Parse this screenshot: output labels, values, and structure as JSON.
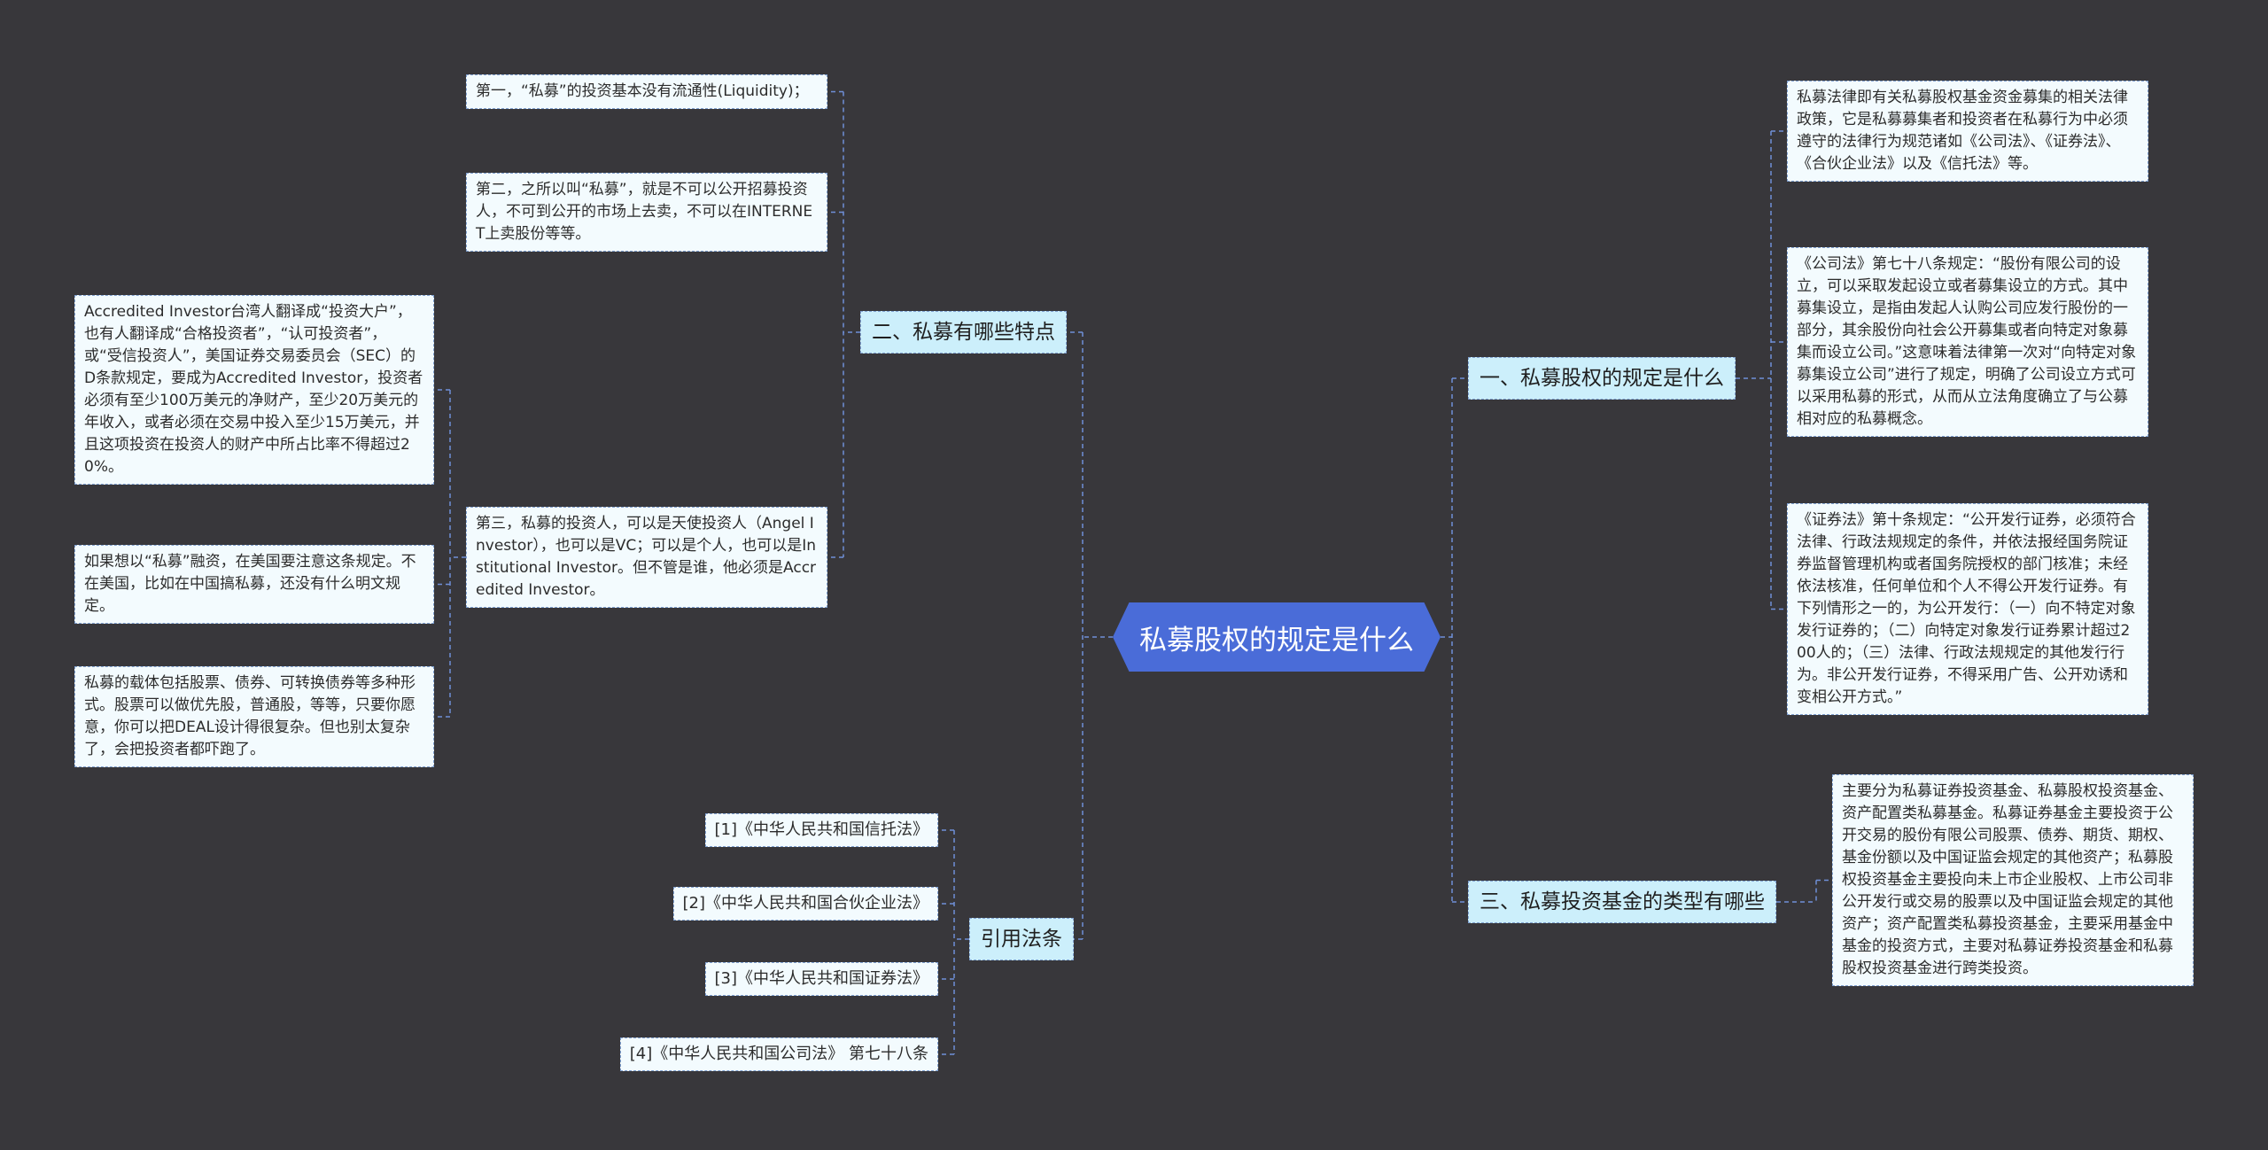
{
  "root": {
    "title": "私募股权的规定是什么"
  },
  "colors": {
    "background": "#38373b",
    "root": "#4a6cd8",
    "branch": "#cceffb",
    "leaf": "#f3fbfe",
    "connector": "#6f8fd8"
  },
  "right": {
    "b1": {
      "title": "一、私募股权的规定是什么",
      "leaves": [
        "私募法律即有关私募股权基金资金募集的相关法律政策，它是私募募集者和投资者在私募行为中必须遵守的法律行为规范诸如《公司法》、《证券法》、《合伙企业法》以及《信托法》等。",
        "《公司法》第七十八条规定：“股份有限公司的设立，可以采取发起设立或者募集设立的方式。其中募集设立，是指由发起人认购公司应发行股份的一部分，其余股份向社会公开募集或者向特定对象募集而设立公司。”这意味着法律第一次对“向特定对象募集设立公司”进行了规定，明确了公司设立方式可以采用私募的形式，从而从立法角度确立了与公募相对应的私募概念。",
        "《证券法》第十条规定：“公开发行证券，必须符合法律、行政法规规定的条件，并依法报经国务院证券监督管理机构或者国务院授权的部门核准；未经依法核准，任何单位和个人不得公开发行证券。有下列情形之一的，为公开发行：（一）向不特定对象发行证券的；（二）向特定对象发行证券累计超过200人的；（三）法律、行政法规规定的其他发行行为。非公开发行证券，不得采用广告、公开劝诱和变相公开方式。”"
      ]
    },
    "b3": {
      "title": "三、私募投资基金的类型有哪些",
      "leaves": [
        "主要分为私募证券投资基金、私募股权投资基金、资产配置类私募基金。私募证券基金主要投资于公开交易的股份有限公司股票、债券、期货、期权、基金份额以及中国证监会规定的其他资产；私募股权投资基金主要投向未上市企业股权、上市公司非公开发行或交易的股票以及中国证监会规定的其他资产；资产配置类私募投资基金，主要采用基金中基金的投资方式，主要对私募证券投资基金和私募股权投资基金进行跨类投资。"
      ]
    }
  },
  "left": {
    "b2": {
      "title": "二、私募有哪些特点",
      "leaves": [
        "第一，“私募”的投资基本没有流通性(Liquidity)；",
        "第二，之所以叫“私募”，就是不可以公开招募投资人，不可到公开的市场上去卖，不可以在INTERNET上卖股份等等。",
        "第三，私募的投资人，可以是天使投资人（Angel Investor），也可以是VC；可以是个人，也可以是Institutional Investor。但不管是谁，他必须是Accredited Investor。"
      ],
      "sub_leaves": [
        "Accredited Investor台湾人翻译成“投资大户”，也有人翻译成“合格投资者”，“认可投资者”，或“受信投资人”，美国证券交易委员会（SEC）的D条款规定，要成为Accredited Investor，投资者必须有至少100万美元的净财产，至少20万美元的年收入，或者必须在交易中投入至少15万美元，并且这项投资在投资人的财产中所占比率不得超过20%。",
        "如果想以“私募”融资，在美国要注意这条规定。不在美国，比如在中国搞私募，还没有什么明文规定。",
        "私募的载体包括股票、债券、可转换债券等多种形式。股票可以做优先股，普通股，等等，只要你愿意，你可以把DEAL设计得很复杂。但也别太复杂了，会把投资者都吓跑了。"
      ]
    },
    "cite": {
      "title": "引用法条",
      "items": [
        "[1]《中华人民共和国信托法》",
        "[2]《中华人民共和国合伙企业法》",
        "[3]《中华人民共和国证券法》",
        "[4]《中华人民共和国公司法》 第七十八条"
      ]
    }
  }
}
